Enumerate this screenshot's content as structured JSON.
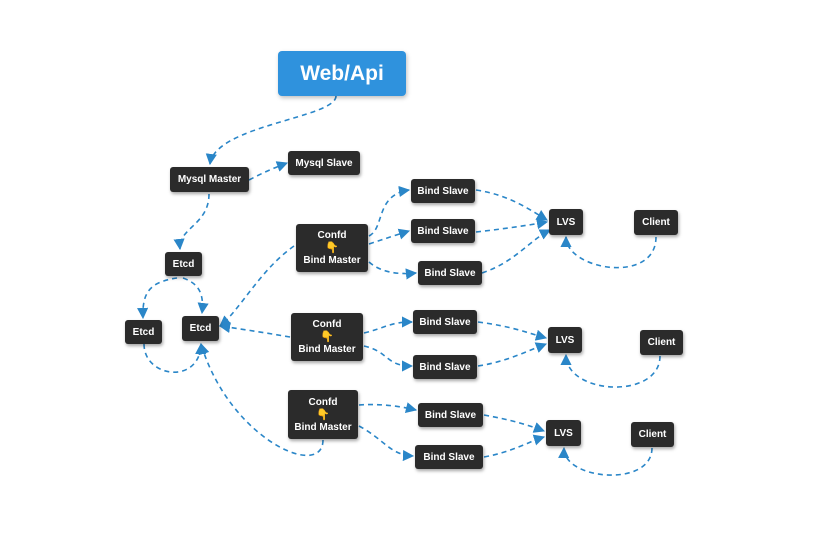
{
  "nodes": {
    "webapi": "Web/Api",
    "mysql_master": "Mysql Master",
    "mysql_slave": "Mysql Slave",
    "etcd_1": "Etcd",
    "etcd_2": "Etcd",
    "etcd_3": "Etcd",
    "group_1": {
      "confd": "Confd",
      "hand_icon": "pointing-hand-icon",
      "bind_master": "Bind Master",
      "bind_slave_1": "Bind Slave",
      "bind_slave_2": "Bind Slave",
      "bind_slave_3": "Bind Slave",
      "lvs": "LVS",
      "client": "Client"
    },
    "group_2": {
      "confd": "Confd",
      "hand_icon": "pointing-hand-icon",
      "bind_master": "Bind Master",
      "bind_slave_1": "Bind Slave",
      "bind_slave_2": "Bind Slave",
      "lvs": "LVS",
      "client": "Client"
    },
    "group_3": {
      "confd": "Confd",
      "hand_icon": "pointing-hand-icon",
      "bind_master": "Bind Master",
      "bind_slave_1": "Bind Slave",
      "bind_slave_2": "Bind Slave",
      "lvs": "LVS",
      "client": "Client"
    }
  },
  "colors": {
    "root_fill": "#2f92dd",
    "node_fill": "#2b2b2b",
    "node_text": "#ffffff",
    "edge": "#2a86c8"
  }
}
